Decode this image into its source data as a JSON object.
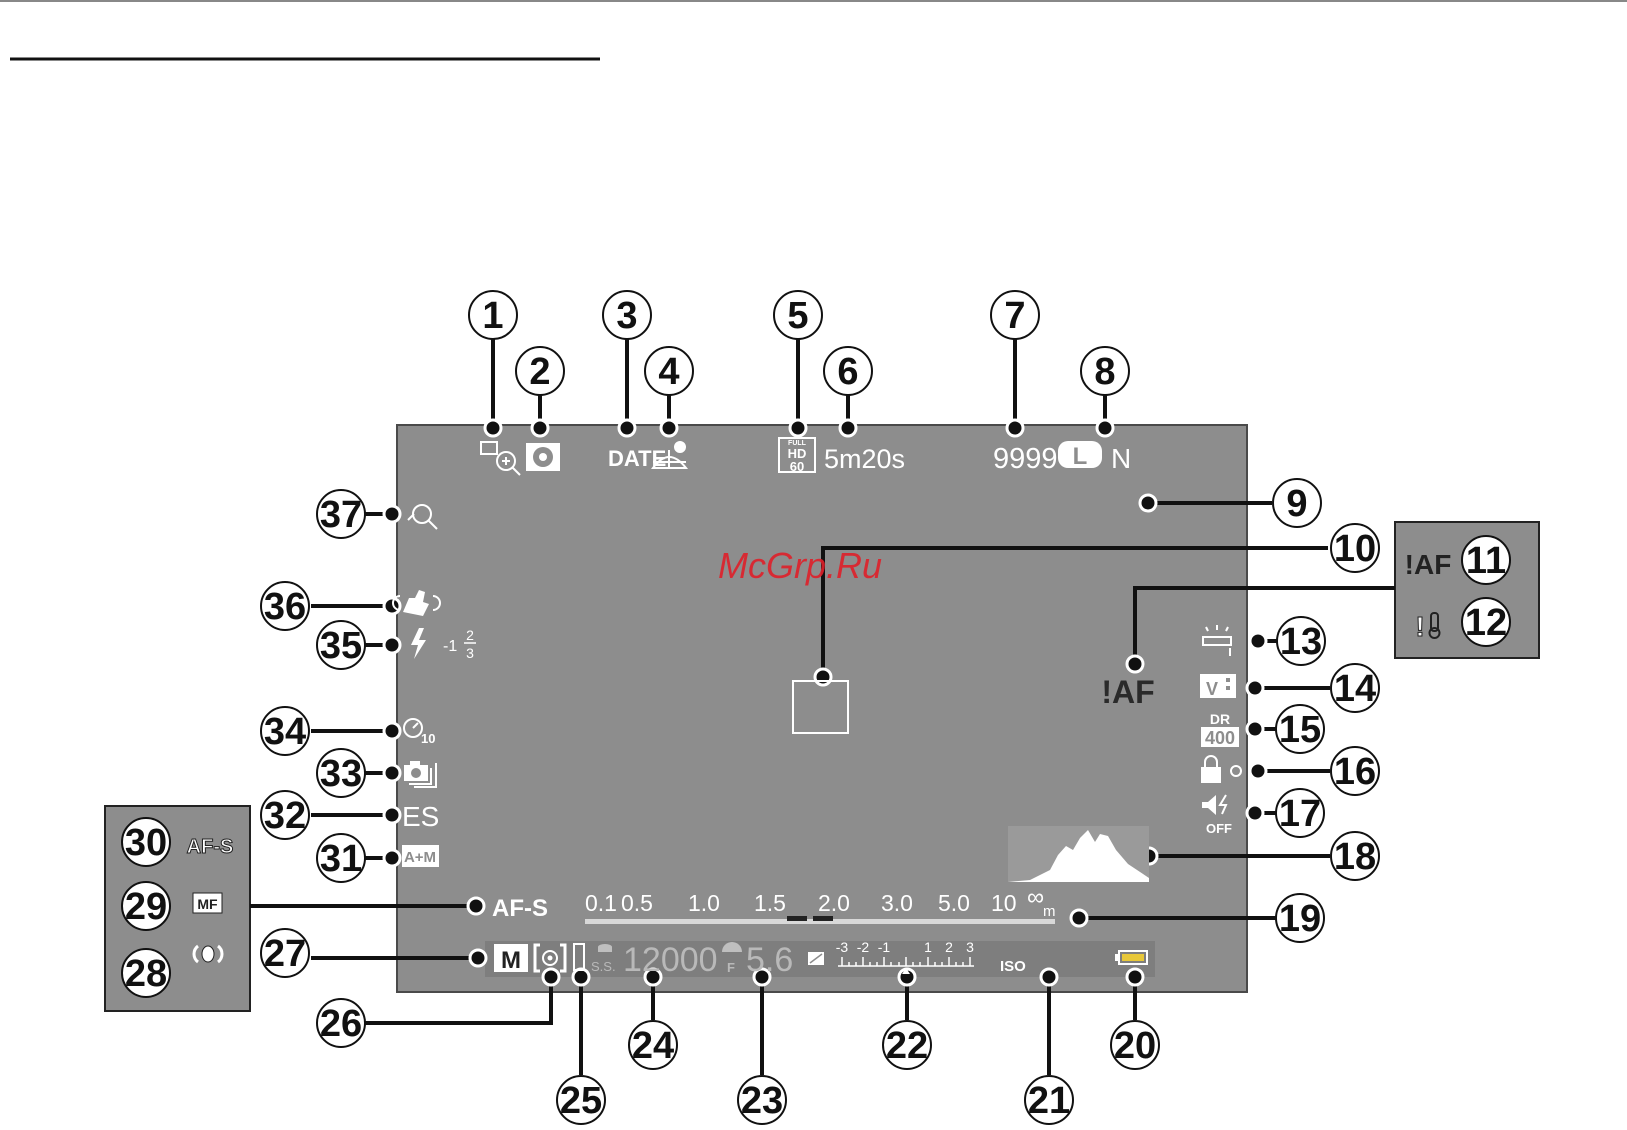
{
  "watermark": "McGrp.Ru",
  "screen": {
    "top": {
      "date": "DATE",
      "hd_full": "FULL",
      "hd_hd": "HD",
      "hd_fps": "60",
      "record_time": "5m20s",
      "frames": "9999",
      "size": "L",
      "quality": "N"
    },
    "right": {
      "dr_label": "DR",
      "dr_value": "400",
      "sound_off": "OFF"
    },
    "left": {
      "flash_comp_whole": "-1",
      "flash_comp_num": "2",
      "flash_comp_den": "3",
      "timer": "10",
      "shutter": "ES",
      "am": "A+M",
      "focus_mode": "AF-S"
    },
    "af_warning": "!AF",
    "distance_scale": [
      "0.1",
      "0.5",
      "1.0",
      "1.5",
      "2.0",
      "3.0",
      "5.0",
      "10",
      "∞",
      "m"
    ],
    "bottom": {
      "mode": "M",
      "ss_label": "S.S.",
      "shutter_speed": "12000",
      "f_label": "F",
      "aperture": "5.6",
      "exp_neg": [
        "-3",
        "-2",
        "-1"
      ],
      "exp_pos": [
        "1",
        "2",
        "3"
      ],
      "iso": "ISO"
    }
  },
  "inset_right": {
    "af_warn": "!AF"
  },
  "inset_left": {
    "afs": "AF-S",
    "mf": "MF"
  },
  "callouts": [
    "1",
    "2",
    "3",
    "4",
    "5",
    "6",
    "7",
    "8",
    "9",
    "10",
    "11",
    "12",
    "13",
    "14",
    "15",
    "16",
    "17",
    "18",
    "19",
    "20",
    "21",
    "22",
    "23",
    "24",
    "25",
    "26",
    "27",
    "28",
    "29",
    "30",
    "31",
    "32",
    "33",
    "34",
    "35",
    "36",
    "37"
  ],
  "icons": {
    "screen": "camera-lcd-screen",
    "focus_frame": "focus-frame-icon",
    "histogram": "histogram-icon",
    "battery": "battery-icon",
    "flash": "flash-icon",
    "temperature": "temperature-warning-icon"
  }
}
